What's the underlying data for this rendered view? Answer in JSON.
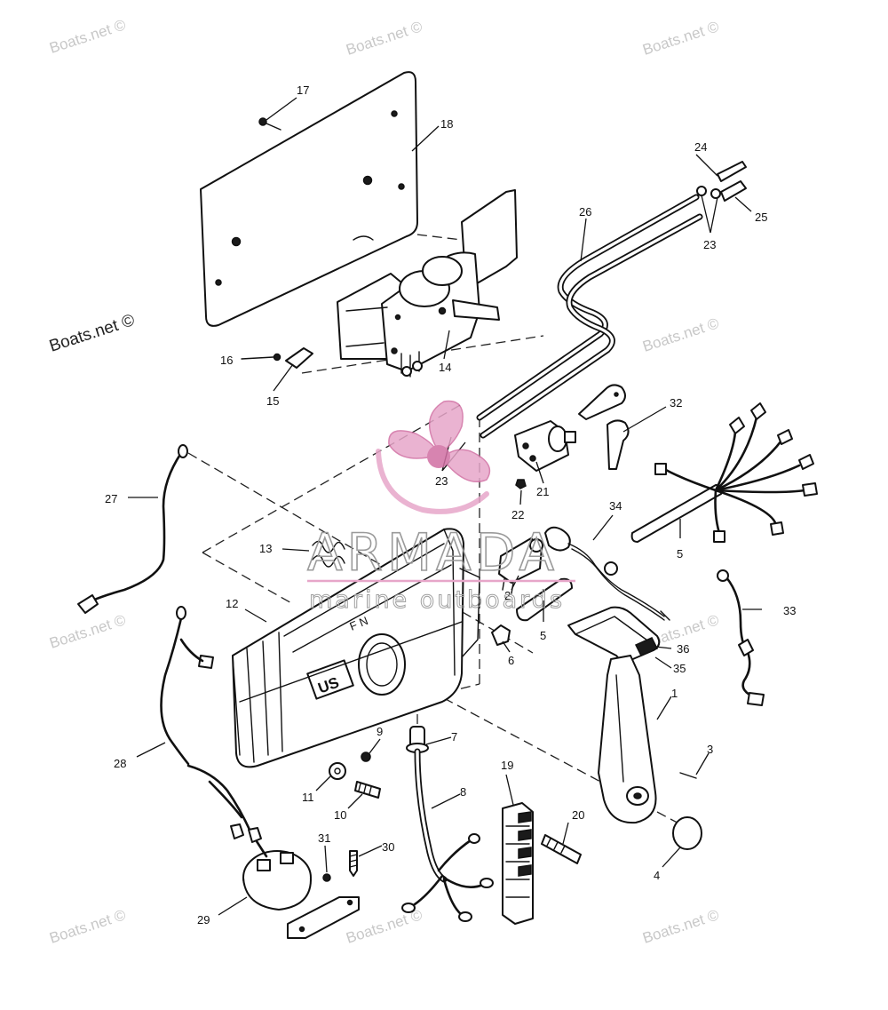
{
  "watermark": {
    "text": "Boats.net ©",
    "color": "#c8c8c8"
  },
  "logo": {
    "name": "ARMADA",
    "tagline": "marine outboards",
    "primary_color": "#e7a6c9",
    "dark_color": "#d16fa3"
  },
  "callouts": {
    "c1": "1",
    "c2": "2",
    "c3": "3",
    "c4": "4",
    "c5a": "5",
    "c5b": "5",
    "c6": "6",
    "c7": "7",
    "c8": "8",
    "c9": "9",
    "c10": "10",
    "c11": "11",
    "c12": "12",
    "c13": "13",
    "c14": "14",
    "c15": "15",
    "c16": "16",
    "c17": "17",
    "c18": "18",
    "c19": "19",
    "c20": "20",
    "c21": "21",
    "c22": "22",
    "c23a": "23",
    "c23b": "23",
    "c24": "24",
    "c25": "25",
    "c26": "26",
    "c27": "27",
    "c28": "28",
    "c29": "29",
    "c30": "30",
    "c31": "31",
    "c32": "32",
    "c33": "33",
    "c34": "34",
    "c35": "35",
    "c36": "36"
  },
  "housing": {
    "shift_marks": "F  N",
    "badge_text": "US"
  }
}
